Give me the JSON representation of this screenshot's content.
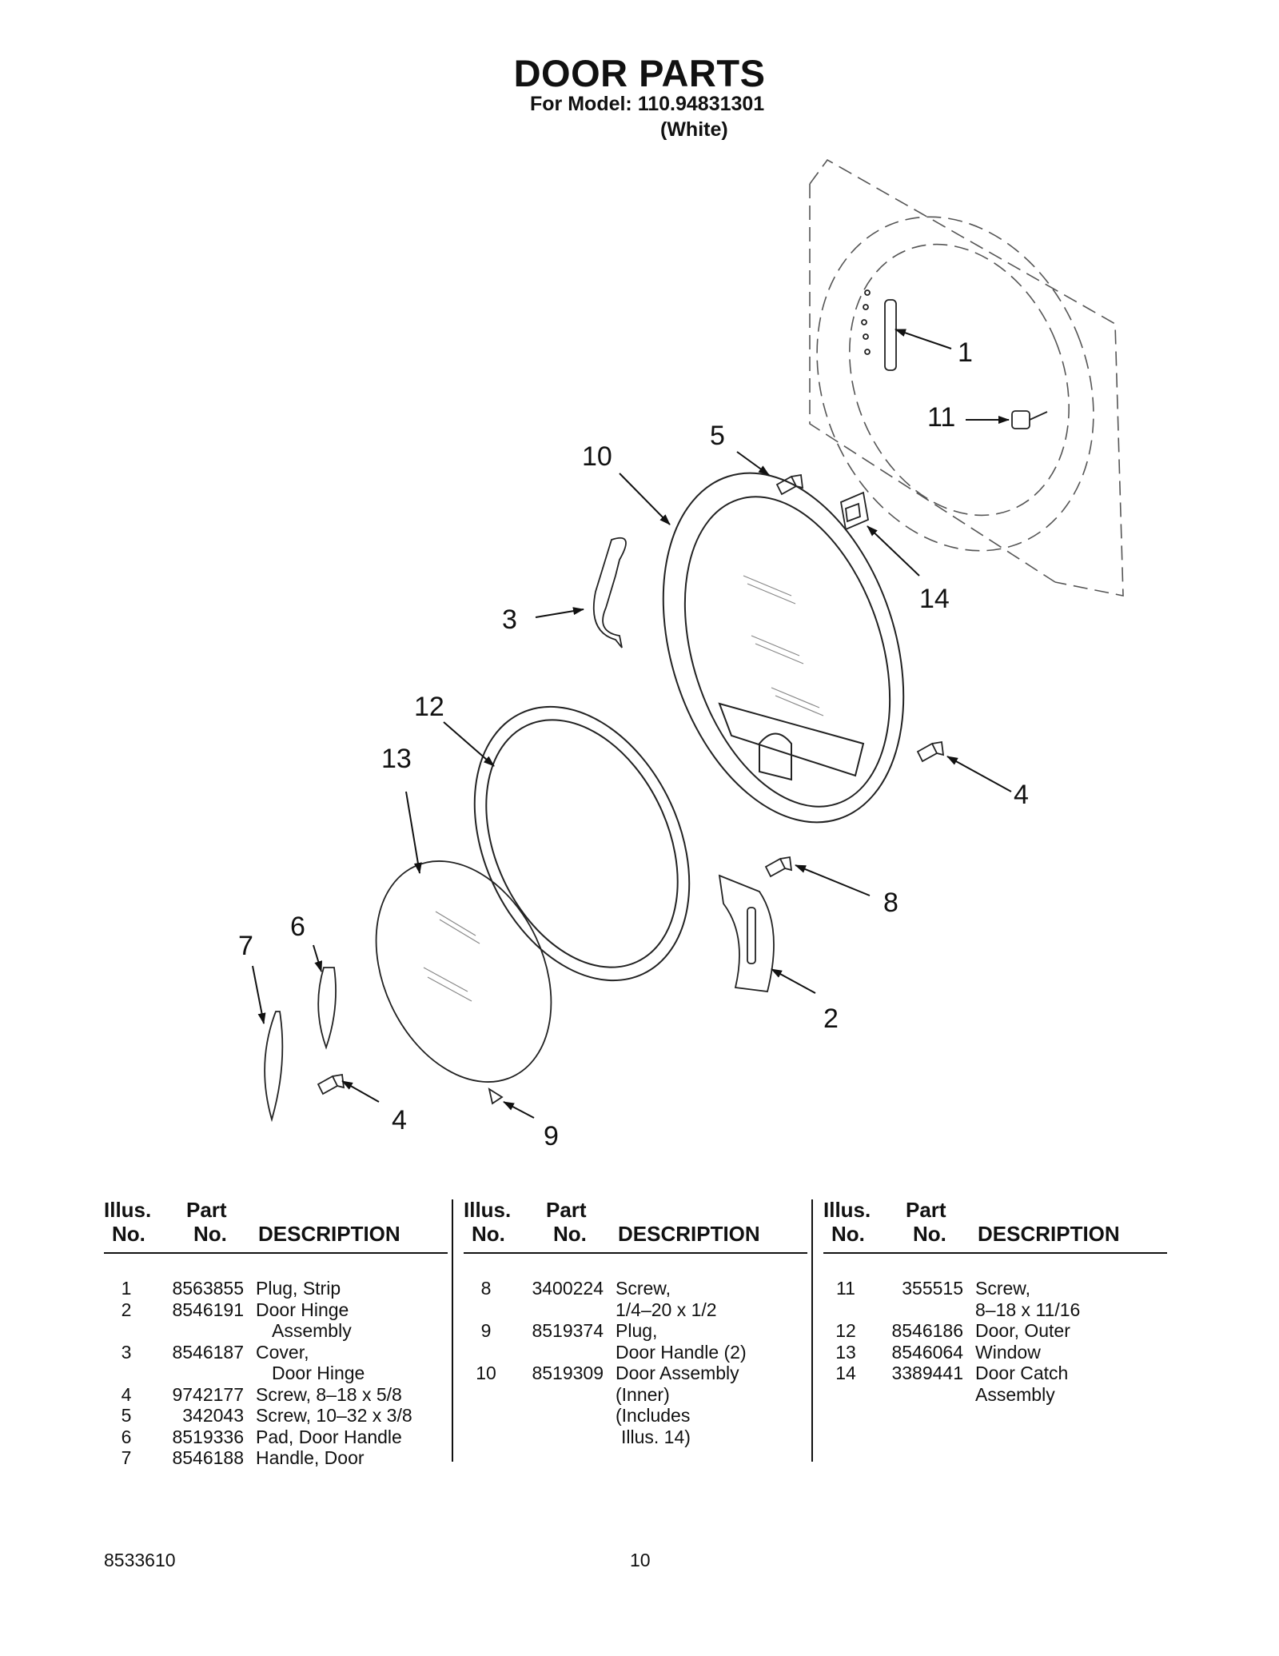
{
  "header": {
    "title": "DOOR PARTS",
    "model_line": "For Model: 110.94831301",
    "color_line": "(White)"
  },
  "callouts": [
    "1",
    "11",
    "5",
    "10",
    "14",
    "3",
    "12",
    "4",
    "13",
    "8",
    "7",
    "6",
    "2",
    "4",
    "9"
  ],
  "table": {
    "headers": {
      "illus_top": "Illus.",
      "illus_bottom": "No.",
      "part_top": "Part",
      "part_bottom": "No.",
      "description": "DESCRIPTION"
    },
    "columns": [
      {
        "rows": [
          {
            "num": "1",
            "part": "8563855",
            "desc": "Plug, Strip"
          },
          {
            "num": "2",
            "part": "8546191",
            "desc": "Door Hinge"
          },
          {
            "num": "",
            "part": "",
            "desc": "Assembly"
          },
          {
            "num": "3",
            "part": "8546187",
            "desc": "Cover,"
          },
          {
            "num": "",
            "part": "",
            "desc": "Door Hinge"
          },
          {
            "num": "4",
            "part": "9742177",
            "desc": "Screw, 8–18 x 5/8"
          },
          {
            "num": "5",
            "part": "342043",
            "desc": "Screw, 10–32 x 3/8"
          },
          {
            "num": "6",
            "part": "8519336",
            "desc": "Pad, Door Handle"
          },
          {
            "num": "7",
            "part": "8546188",
            "desc": "Handle, Door"
          }
        ]
      },
      {
        "rows": [
          {
            "num": "8",
            "part": "3400224",
            "desc": "Screw,"
          },
          {
            "num": "",
            "part": "",
            "desc": "1/4–20 x 1/2"
          },
          {
            "num": "9",
            "part": "8519374",
            "desc": "Plug,"
          },
          {
            "num": "",
            "part": "",
            "desc": "Door Handle (2)"
          },
          {
            "num": "10",
            "part": "8519309",
            "desc": "Door Assembly"
          },
          {
            "num": "",
            "part": "",
            "desc": "(Inner)"
          },
          {
            "num": "",
            "part": "",
            "desc": "(Includes"
          },
          {
            "num": "",
            "part": "",
            "desc": " Illus. 14)"
          }
        ]
      },
      {
        "rows": [
          {
            "num": "11",
            "part": "355515",
            "desc": "Screw,"
          },
          {
            "num": "",
            "part": "",
            "desc": "8–18 x 11/16"
          },
          {
            "num": "12",
            "part": "8546186",
            "desc": "Door, Outer"
          },
          {
            "num": "13",
            "part": "8546064",
            "desc": "Window"
          },
          {
            "num": "14",
            "part": "3389441",
            "desc": "Door Catch"
          },
          {
            "num": "",
            "part": "",
            "desc": "Assembly"
          }
        ]
      }
    ]
  },
  "footer": {
    "doc_number": "8533610",
    "page_number": "10"
  }
}
